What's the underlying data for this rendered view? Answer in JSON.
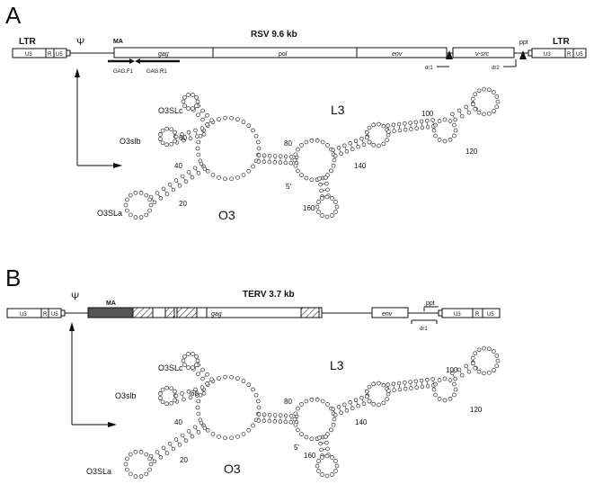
{
  "panel_a": {
    "label": "A",
    "genome_title": "RSV 9.6 kb",
    "ltr_left": "LTR",
    "ltr_right": "LTR",
    "psi": "Ψ",
    "ppt": "ppt",
    "ma": "MA",
    "u3": "U3",
    "r": "R",
    "u5": "U5",
    "genes": [
      "gag",
      "pol",
      "env",
      "v-src"
    ],
    "primer_f": "GAG.F1",
    "primer_r": "GAG.R1",
    "dr1": "dr1",
    "dr2": "dr2",
    "structure": {
      "o3slc": "O3SLc",
      "o3slb": "O3slb",
      "o3sla": "O3SLa",
      "l3": "L3",
      "o3": "O3",
      "five_prime": "5'",
      "n20": "20",
      "n40": "40",
      "n60": "60",
      "n80": "80",
      "n100": "100",
      "n120": "120",
      "n140": "140",
      "n160": "160"
    }
  },
  "panel_b": {
    "label": "B",
    "genome_title": "TERV 3.7 kb",
    "psi": "Ψ",
    "ppt": "ppt",
    "ma": "MA",
    "u3": "U3",
    "r": "R",
    "u5": "U5",
    "genes": [
      "gag",
      "env"
    ],
    "dr1": "dr1",
    "structure": {
      "o3slc": "O3SLc",
      "o3slb": "O3slb",
      "o3sla": "O3SLa",
      "l3": "L3",
      "o3": "O3",
      "five_prime": "5'",
      "n20": "20",
      "n40": "40",
      "n60": "60",
      "n80": "80",
      "n100": "100",
      "n120": "120",
      "n140": "140",
      "n160": "160"
    }
  }
}
